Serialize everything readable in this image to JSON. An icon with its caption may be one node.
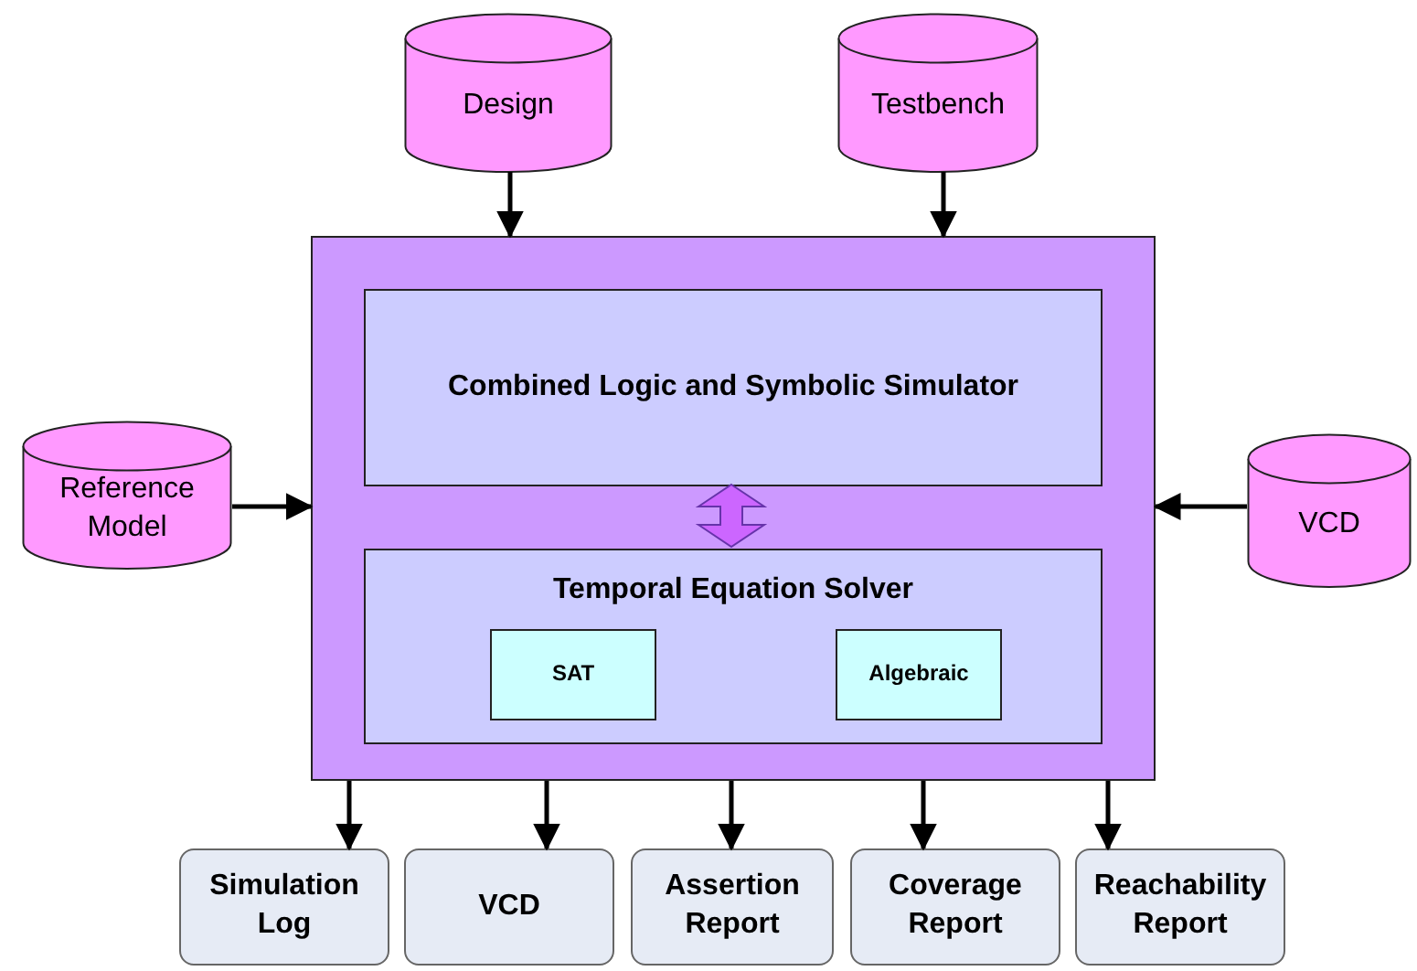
{
  "diagram": {
    "nodes": [
      {
        "text": [
          "Design"
        ]
      },
      {
        "text": [
          "Testbench"
        ]
      },
      {
        "text": [
          "Reference Model"
        ]
      },
      {
        "text": [
          "VCD"
        ]
      },
      {
        "text": [],
        "shape": "box"
      },
      {
        "text": [
          "Combined Logic and Symbolic Simulator"
        ],
        "in": 4
      },
      {
        "text": [
          "Temporal Equation Solver"
        ],
        "in": 4
      },
      {
        "text": [
          "SAT"
        ],
        "in": 6
      },
      {
        "text": [
          "Algebraic"
        ],
        "in": 6
      },
      {
        "text": [
          "Simulation Log"
        ]
      },
      {
        "text": [
          "VCD"
        ]
      },
      {
        "text": [
          "Assertion Report"
        ]
      },
      {
        "text": [
          "Coverage Report"
        ]
      },
      {
        "text": [
          "Reachability Report"
        ]
      }
    ],
    "edges": [
      {
        "from": 0,
        "to": 4,
        "arrow": "to"
      },
      {
        "from": 1,
        "to": 4,
        "arrow": "to"
      },
      {
        "from": 2,
        "to": 4,
        "arrow": "to"
      },
      {
        "from": 3,
        "to": 4,
        "arrow": "to"
      },
      {
        "from": 5,
        "to": 6,
        "arrow": "both",
        "style": "thick",
        "color": "#cc66ff"
      },
      {
        "from": 4,
        "to": 9,
        "arrow": "to"
      },
      {
        "from": 4,
        "to": 10,
        "arrow": "to"
      },
      {
        "from": 4,
        "to": 11,
        "arrow": "to"
      },
      {
        "from": 4,
        "to": 12,
        "arrow": "to"
      },
      {
        "from": 4,
        "to": 13,
        "arrow": "to"
      }
    ]
  }
}
